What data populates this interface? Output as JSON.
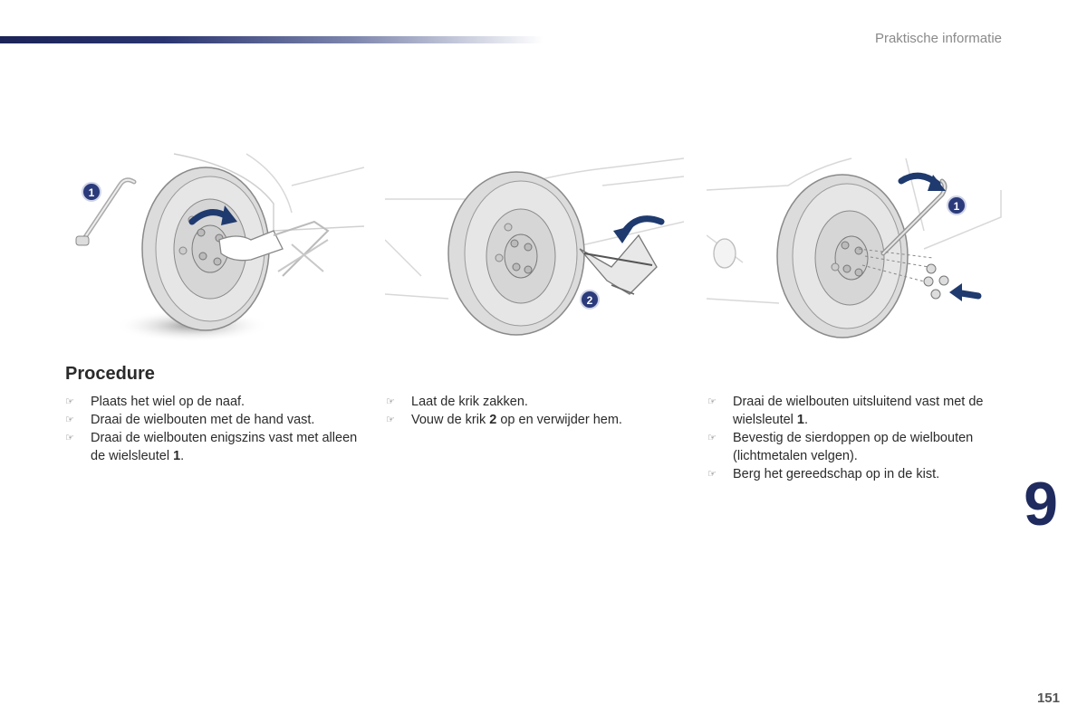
{
  "header": {
    "section_title": "Praktische informatie"
  },
  "illustrations": [
    {
      "callout": "1"
    },
    {
      "callout": "2"
    },
    {
      "callout": "1"
    }
  ],
  "procedure": {
    "heading": "Procedure",
    "bullet_symbol": "☞",
    "columns": [
      [
        {
          "text": "Plaats het wiel op de naaf."
        },
        {
          "text": "Draai de wielbouten met de hand vast."
        },
        {
          "pre": "Draai de wielbouten enigszins vast met alleen de wielsleutel ",
          "bold": "1",
          "post": "."
        }
      ],
      [
        {
          "text": "Laat de krik zakken."
        },
        {
          "pre": "Vouw de krik ",
          "bold": "2",
          "post": " op en verwijder hem."
        }
      ],
      [
        {
          "pre": "Draai de wielbouten uitsluitend vast met de wielsleutel ",
          "bold": "1",
          "post": "."
        },
        {
          "text": "Bevestig de sierdoppen op de wielbouten (lichtmetalen velgen)."
        },
        {
          "text": "Berg het gereedschap op in de kist."
        }
      ]
    ]
  },
  "chapter_number": "9",
  "page_number": "151",
  "colors": {
    "accent": "#1f2a5e",
    "arrow": "#1f3a6e",
    "callout": "#2a3a7a"
  }
}
